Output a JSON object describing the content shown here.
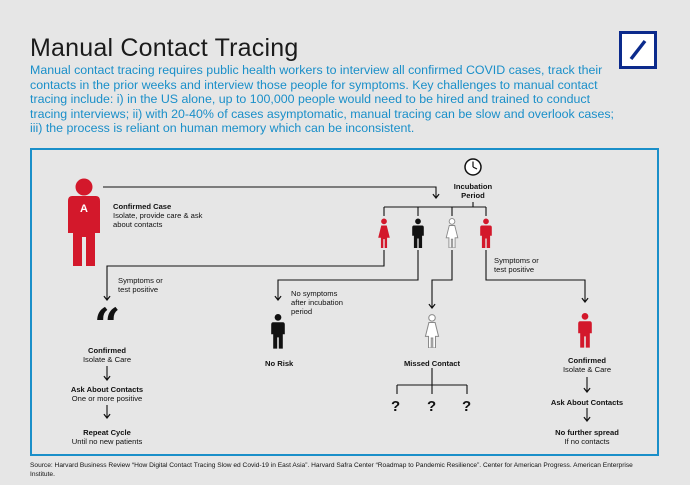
{
  "header": {
    "title": "Manual Contact Tracing",
    "intro": "Manual contact tracing requires public health workers to interview all confirmed COVID cases, track their contacts in the prior weeks and interview those people for symptoms. Key challenges to manual contact tracing include: i) in the US alone, up to 100,000 people would need to be hired and trained to conduct tracing interviews; ii) with 20-40% of cases asymptomatic, manual tracing can be slow and overlook cases; iii) the process is reliant on human memory which can be inconsistent."
  },
  "diagram": {
    "index_case_letter": "A",
    "confirmed_case": {
      "title": "Confirmed Case",
      "desc1": "Isolate, provide care & ask",
      "desc2": "about contacts"
    },
    "incubation": {
      "line1": "Incubation",
      "line2": "Period"
    },
    "left_branch": {
      "trigger1": "Symptoms or",
      "trigger2": "test positive",
      "quote_glyph": "“",
      "confirmed": "Confirmed",
      "isolate": "Isolate & Care",
      "ask": "Ask About Contacts",
      "ask_sub": "One or more positive",
      "repeat": "Repeat Cycle",
      "repeat_sub": "Until no new patients"
    },
    "no_risk_branch": {
      "trigger1": "No symptoms",
      "trigger2": "after incubation",
      "trigger3": "period",
      "label": "No Risk"
    },
    "missed_branch": {
      "label": "Missed Contact",
      "unknown": [
        "?",
        "?",
        "?"
      ]
    },
    "right_branch": {
      "trigger1": "Symptoms or",
      "trigger2": "test positive",
      "confirmed": "Confirmed",
      "isolate": "Isolate & Care",
      "ask": "Ask About Contacts",
      "nofurther": "No further spread",
      "nofurther_sub": "If no contacts"
    },
    "colors": {
      "red": "#d3182b",
      "black": "#111111",
      "grey_outline": "#888888",
      "accent_blue": "#1a8fc9",
      "logo_blue": "#0b2a8c"
    }
  },
  "source": "Source: Harvard Business Review “How Digital Contact Tracing Slow ed Covid-19 in East Asia”. Harvard Safra Center “Roadmap to Pandemic Resilience”. Center for American Progress. American Enterprise Institute."
}
